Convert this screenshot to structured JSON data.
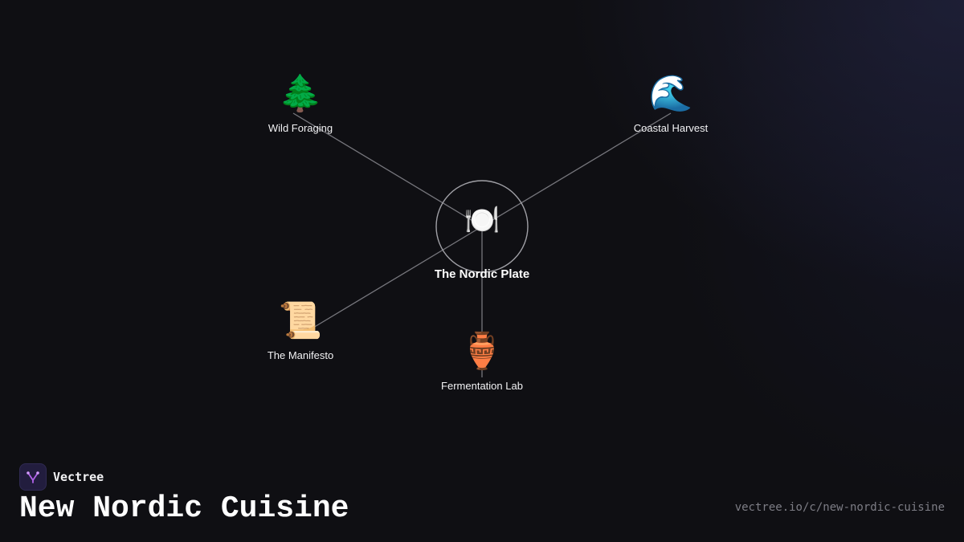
{
  "diagram": {
    "center": {
      "icon": "🍽️",
      "icon_name": "plate-cutlery-icon",
      "label": "The Nordic Plate"
    },
    "nodes": [
      {
        "id": "wild-foraging",
        "icon": "🌲",
        "icon_name": "evergreen-tree-icon",
        "label": "Wild Foraging"
      },
      {
        "id": "coastal-harvest",
        "icon": "🌊",
        "icon_name": "water-wave-icon",
        "label": "Coastal Harvest"
      },
      {
        "id": "the-manifesto",
        "icon": "📜",
        "icon_name": "scroll-icon",
        "label": "The Manifesto"
      },
      {
        "id": "fermentation-lab",
        "icon": "🏺",
        "icon_name": "amphora-icon",
        "label": "Fermentation Lab"
      }
    ]
  },
  "footer": {
    "brand_name": "Vectree",
    "brand_icon_name": "vectree-logo-icon",
    "title": "New Nordic Cuisine",
    "url": "vectree.io/c/new-nordic-cuisine"
  },
  "colors": {
    "background": "#0f0f13",
    "edge": "#77777d",
    "center_ring": "#a0a0a6",
    "text": "#f2f2f4",
    "url_text": "#7d7d85",
    "logo_accent": "#b163e8"
  }
}
